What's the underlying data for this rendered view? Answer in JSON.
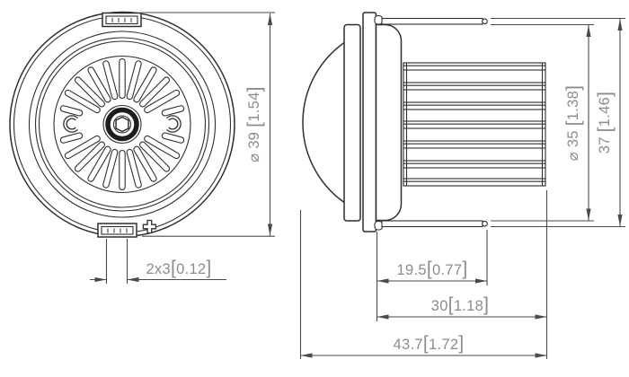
{
  "drawing": {
    "type": "engineering-dimension-drawing",
    "line_color": "#2f2f2f",
    "dimension_color": "#4a4a4a",
    "text_color": "#8c8c8c",
    "background": "#ffffff"
  },
  "notation": {
    "bracket_open": "[",
    "bracket_close": "]",
    "diameter_symbol": "⌀",
    "polarity_mark": "+"
  },
  "dimensions": {
    "front_diameter": {
      "mm": "⌀ 39",
      "inch": "1.54"
    },
    "terminal_slot": {
      "mm": "2x3",
      "inch": "0.12"
    },
    "rear_depth": {
      "mm": "19.5",
      "inch": "0.77"
    },
    "body_depth": {
      "mm": "30",
      "inch": "1.18"
    },
    "overall_depth": {
      "mm": "43.7",
      "inch": "1.72"
    },
    "body_diameter": {
      "mm": "⌀ 35",
      "inch": "1.38"
    },
    "mounting_height": {
      "mm": "37",
      "inch": "1.46"
    }
  }
}
